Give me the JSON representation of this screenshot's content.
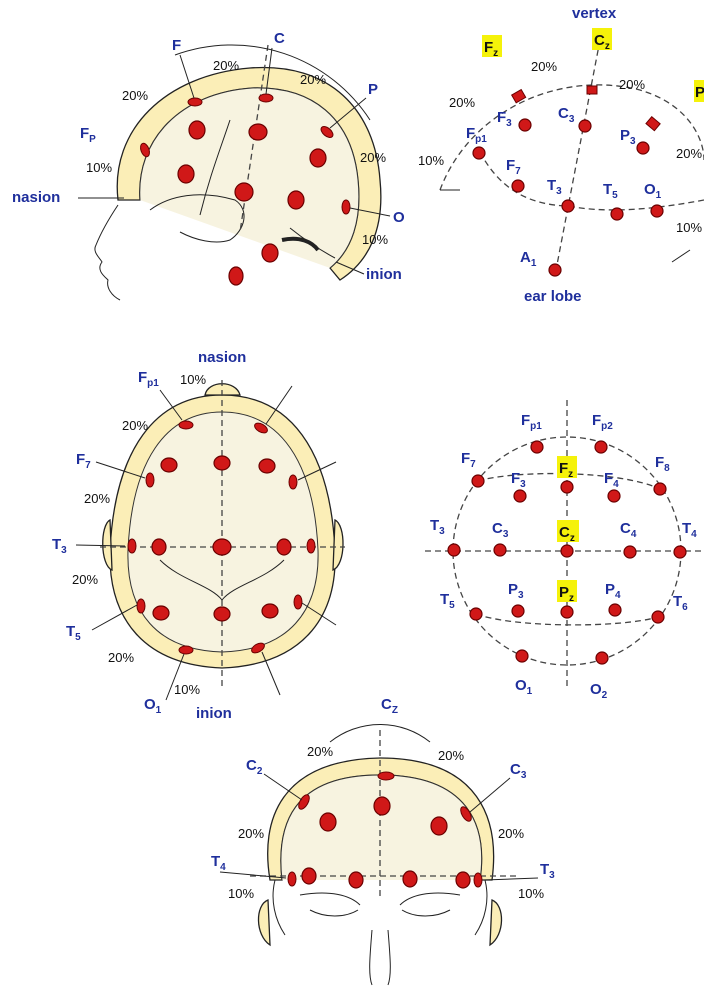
{
  "side_view": {
    "labels": {
      "F": "F",
      "C": "C",
      "P": "P",
      "O": "O",
      "Fp": "F",
      "Fp_sub": "P",
      "nasion": "nasion",
      "inion": "inion"
    },
    "percents": {
      "p20_top_left": "20%",
      "p20_top_right": "20%",
      "p20_left": "20%",
      "p20_right": "20%",
      "p10_left": "10%",
      "p10_right": "10%"
    }
  },
  "side_schematic": {
    "vertex": "vertex",
    "Fz": "F",
    "Fz_sub": "z",
    "Cz": "C",
    "Cz_sub": "z",
    "Pz": "P",
    "F3": "F",
    "F3_sub": "3",
    "C3": "C",
    "C3_sub": "3",
    "P3": "P",
    "P3_sub": "3",
    "Fp1": "F",
    "Fp1_sub": "p1",
    "F7": "F",
    "F7_sub": "7",
    "T3": "T",
    "T3_sub": "3",
    "T5": "T",
    "T5_sub": "5",
    "O1": "O",
    "O1_sub": "1",
    "A1": "A",
    "A1_sub": "1",
    "ear_lobe": "ear lobe",
    "percents": {
      "p20_a": "20%",
      "p20_b": "20%",
      "p20_c": "20%",
      "p20_d": "20%",
      "p10_a": "10%",
      "p10_b": "10%"
    }
  },
  "top_view": {
    "nasion": "nasion",
    "inion": "inion",
    "Fp1": "F",
    "Fp1_sub": "p1",
    "F7": "F",
    "F7_sub": "7",
    "T3": "T",
    "T3_sub": "3",
    "T5": "T",
    "T5_sub": "5",
    "O1": "O",
    "O1_sub": "1",
    "percents": {
      "p10_top": "10%",
      "p20_a": "20%",
      "p20_b": "20%",
      "p20_c": "20%",
      "p20_d": "20%",
      "p10_bottom": "10%"
    }
  },
  "top_schematic": {
    "Fp1": "F",
    "Fp1_sub": "p1",
    "Fp2": "F",
    "Fp2_sub": "p2",
    "F7": "F",
    "F7_sub": "7",
    "F3": "F",
    "F3_sub": "3",
    "Fz": "F",
    "Fz_sub": "z",
    "F4": "F",
    "F4_sub": "4",
    "F8": "F",
    "F8_sub": "8",
    "T3": "T",
    "T3_sub": "3",
    "C3": "C",
    "C3_sub": "3",
    "Cz": "C",
    "Cz_sub": "z",
    "C4": "C",
    "C4_sub": "4",
    "T4": "T",
    "T4_sub": "4",
    "T5": "T",
    "T5_sub": "5",
    "P3": "P",
    "P3_sub": "3",
    "Pz": "P",
    "Pz_sub": "z",
    "P4": "P",
    "P4_sub": "4",
    "T6": "T",
    "T6_sub": "6",
    "O1": "O",
    "O1_sub": "1",
    "O2": "O",
    "O2_sub": "2"
  },
  "front_view": {
    "Cz": "C",
    "Cz_sub": "Z",
    "C2": "C",
    "C2_sub": "2",
    "C3": "C",
    "C3_sub": "3",
    "T4": "T",
    "T4_sub": "4",
    "T3": "T",
    "T3_sub": "3",
    "percents": {
      "p20_top_left": "20%",
      "p20_top_right": "20%",
      "p20_left": "20%",
      "p20_right": "20%",
      "p10_left": "10%",
      "p10_right": "10%"
    }
  }
}
